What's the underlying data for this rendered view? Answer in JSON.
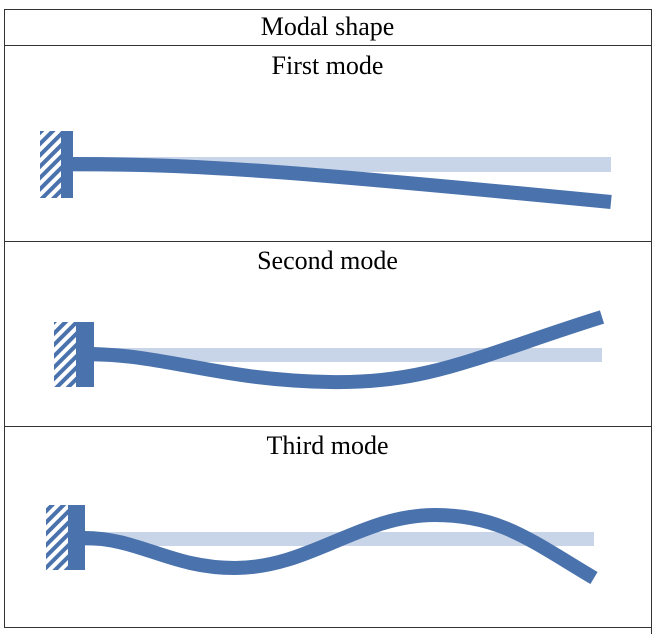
{
  "header": {
    "title": "Modal shape"
  },
  "modes": [
    {
      "label": "First mode"
    },
    {
      "label": "Second mode"
    },
    {
      "label": "Third mode"
    }
  ],
  "colors": {
    "beam": "#4a72ad",
    "undeformed": "#c8d4e8",
    "border": "#333333"
  }
}
